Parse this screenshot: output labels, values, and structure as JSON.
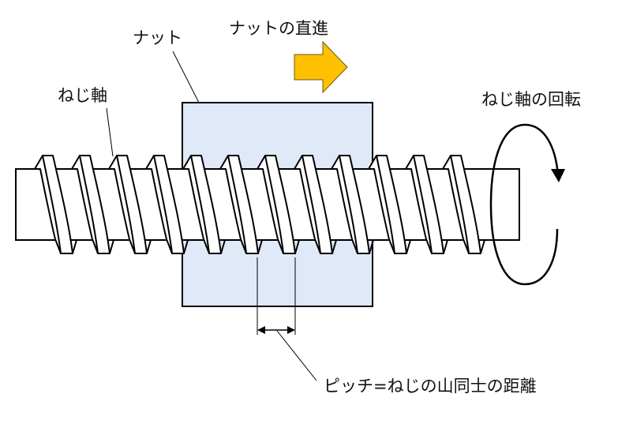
{
  "title": "ボールねじ / 送りねじの構造",
  "labels": {
    "nut": "ナット",
    "nut_motion": "ナットの直進",
    "screw_shaft": "ねじ軸",
    "shaft_rotation": "ねじ軸の回転",
    "pitch": "ピッチ=ねじの山同士の距離"
  },
  "thread_count": 12,
  "colors": {
    "nut_fill": "#dfe9f8",
    "arrow_fill": "#ffc000",
    "arrow_stroke": "#6b5a1e",
    "line": "#000000"
  }
}
